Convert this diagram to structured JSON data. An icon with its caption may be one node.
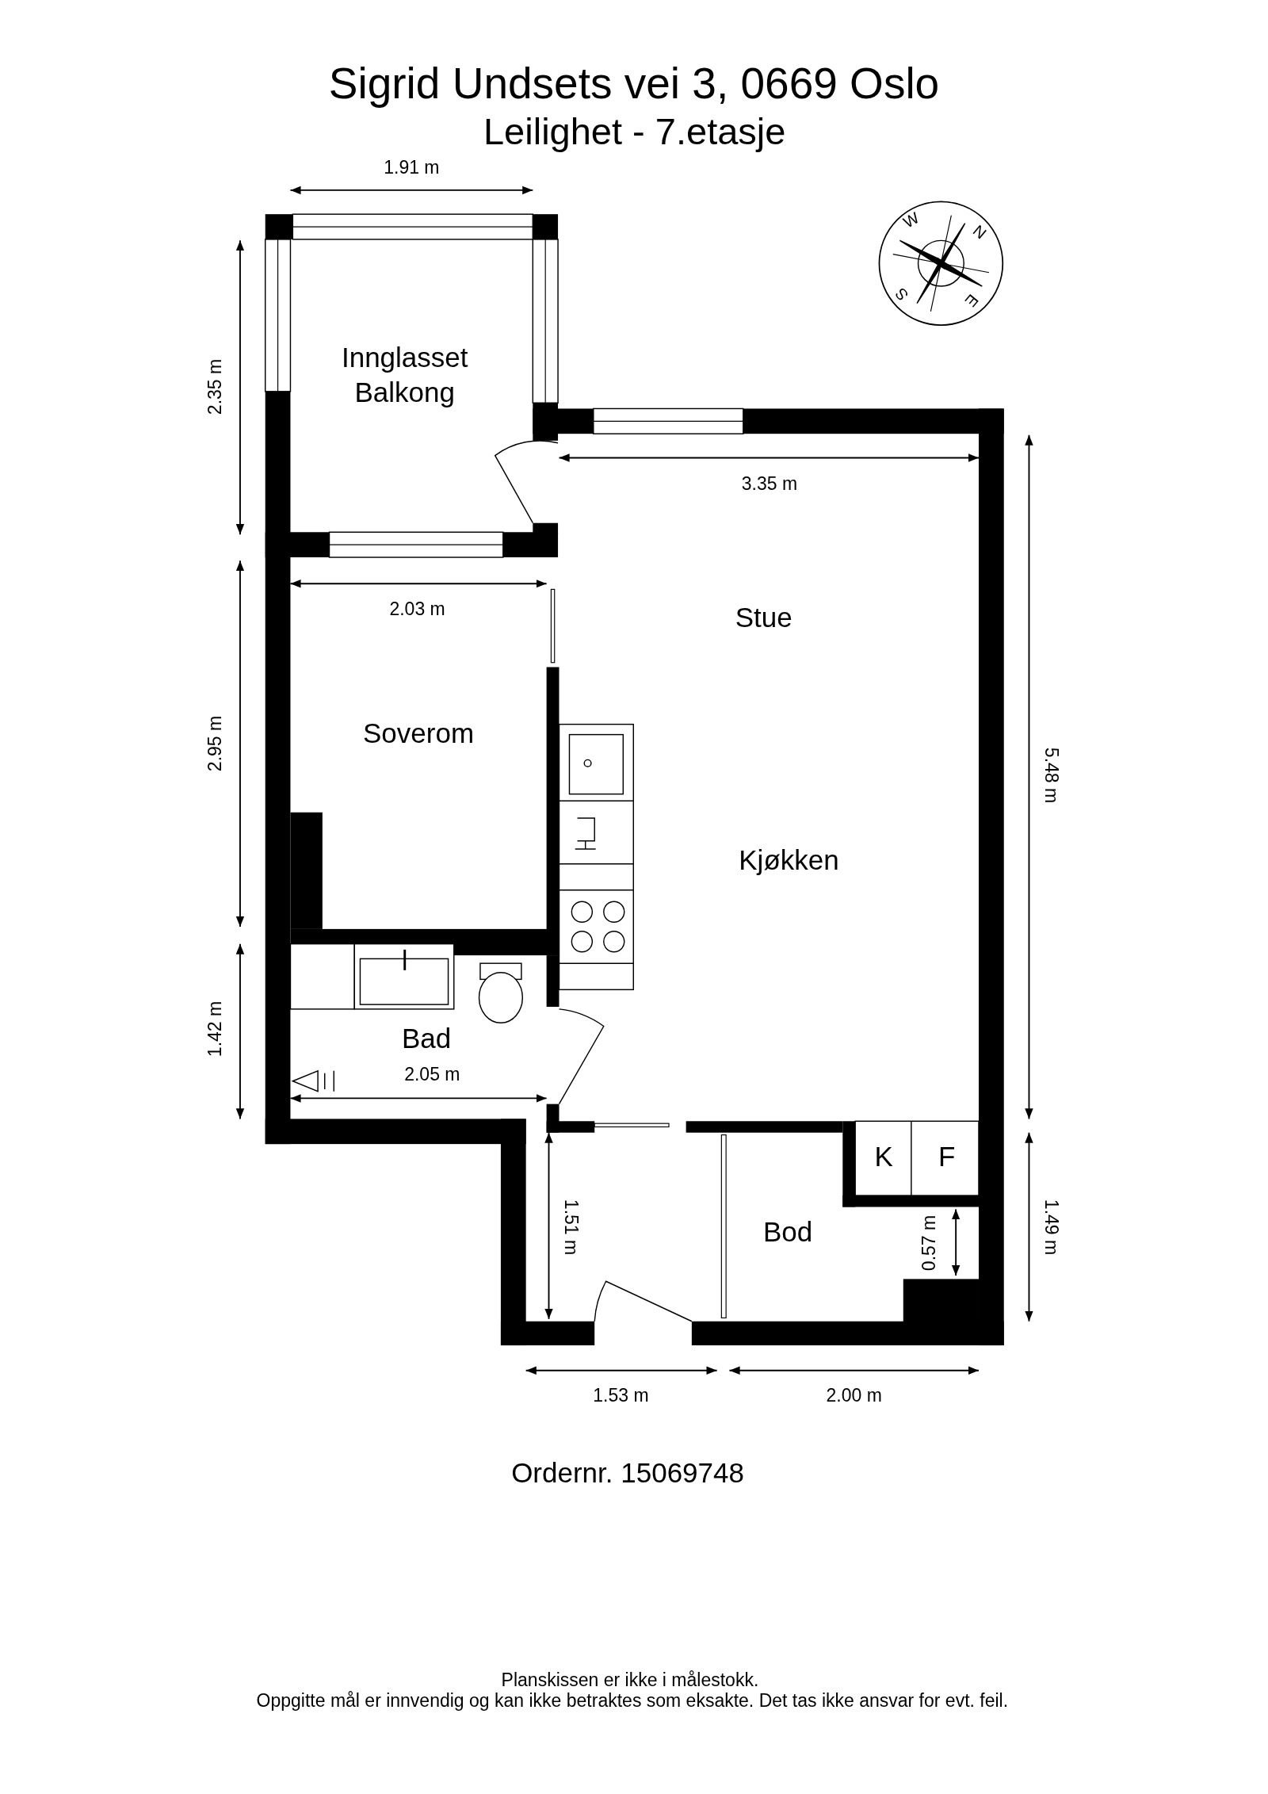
{
  "diagram": {
    "title": "Sigrid Undsets vei 3, 0669 Oslo",
    "labels": [
      "Leilighet - 7.etasje",
      "1.91 m",
      "W",
      "N",
      "E",
      "S",
      "2.35 m",
      "Innglasset Balkong",
      "3.35 m",
      "2.03 m",
      "Stue",
      "2.95 m",
      "Soverom",
      "5.48 m",
      "Kjøkken",
      "1.42 m",
      "Bad",
      "2.05 m",
      "K",
      "F",
      "1.51 m",
      "Bod",
      "0.57 m",
      "1.49 m",
      "1.53 m",
      "2.00 m",
      "Ordernr. 15069748",
      "Planskissen er ikke i målestokk.",
      "Oppgitte mål er innvendig og kan ikke betraktes som eksakte. Det tas ikke ansvar for evt. feil."
    ]
  }
}
